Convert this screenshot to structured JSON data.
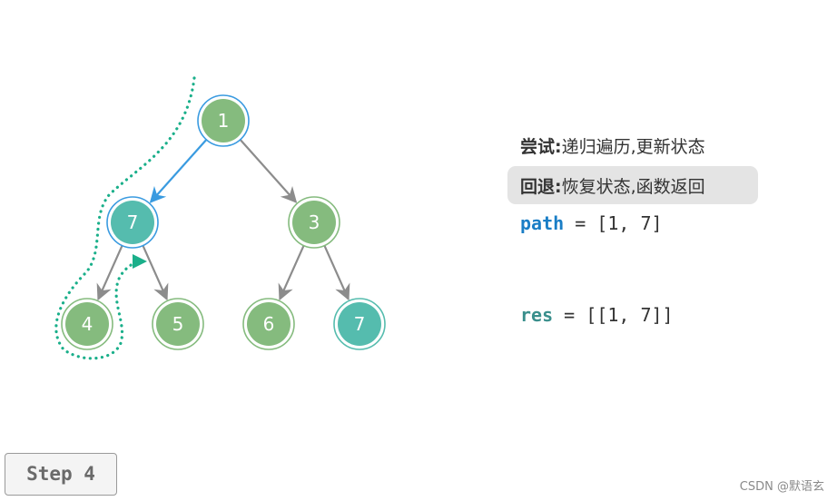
{
  "tree": {
    "nodes": [
      {
        "id": "n1",
        "label": "1",
        "state": "visited"
      },
      {
        "id": "n2",
        "label": "7",
        "state": "current"
      },
      {
        "id": "n3",
        "label": "3",
        "state": "default"
      },
      {
        "id": "n4",
        "label": "4",
        "state": "default"
      },
      {
        "id": "n5",
        "label": "5",
        "state": "default"
      },
      {
        "id": "n6",
        "label": "6",
        "state": "default"
      },
      {
        "id": "n7",
        "label": "7",
        "state": "highlight"
      }
    ],
    "edges": [
      {
        "from": "n1",
        "to": "n2",
        "state": "active"
      },
      {
        "from": "n1",
        "to": "n3",
        "state": "default"
      },
      {
        "from": "n2",
        "to": "n4",
        "state": "default"
      },
      {
        "from": "n2",
        "to": "n5",
        "state": "default"
      },
      {
        "from": "n3",
        "to": "n6",
        "state": "default"
      },
      {
        "from": "n3",
        "to": "n7",
        "state": "default"
      }
    ],
    "colors": {
      "node_default": "#85bb7e",
      "node_teal": "#55bcae",
      "edge_default": "#8c8c8c",
      "edge_active": "#3a9be0",
      "ring_active": "#3a9be0",
      "dotted_path": "#1aaf8a"
    }
  },
  "legend": {
    "try_key": "尝试:",
    "try_text": "递归遍历,更新状态",
    "undo_key": "回退:",
    "undo_text": "恢复状态,函数返回"
  },
  "code": {
    "path_var": "path",
    "path_rest": " = [1, 7]",
    "res_var": "res",
    "res_rest": " = [[1, 7]]"
  },
  "step_label": "Step 4",
  "watermark": "CSDN @默语玄"
}
